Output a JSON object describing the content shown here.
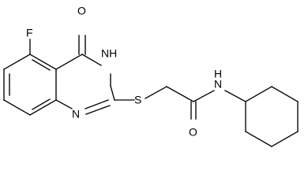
{
  "molecule": {
    "atom_labels": {
      "fluorine": "F",
      "ring_nh": "NH",
      "ring_nh_h": "H",
      "ring_n": "N",
      "sulfur": "S",
      "carbonyl_o_ring": "O",
      "carbonyl_o_amide": "O",
      "amide_n": "N",
      "amide_h": "H"
    }
  }
}
